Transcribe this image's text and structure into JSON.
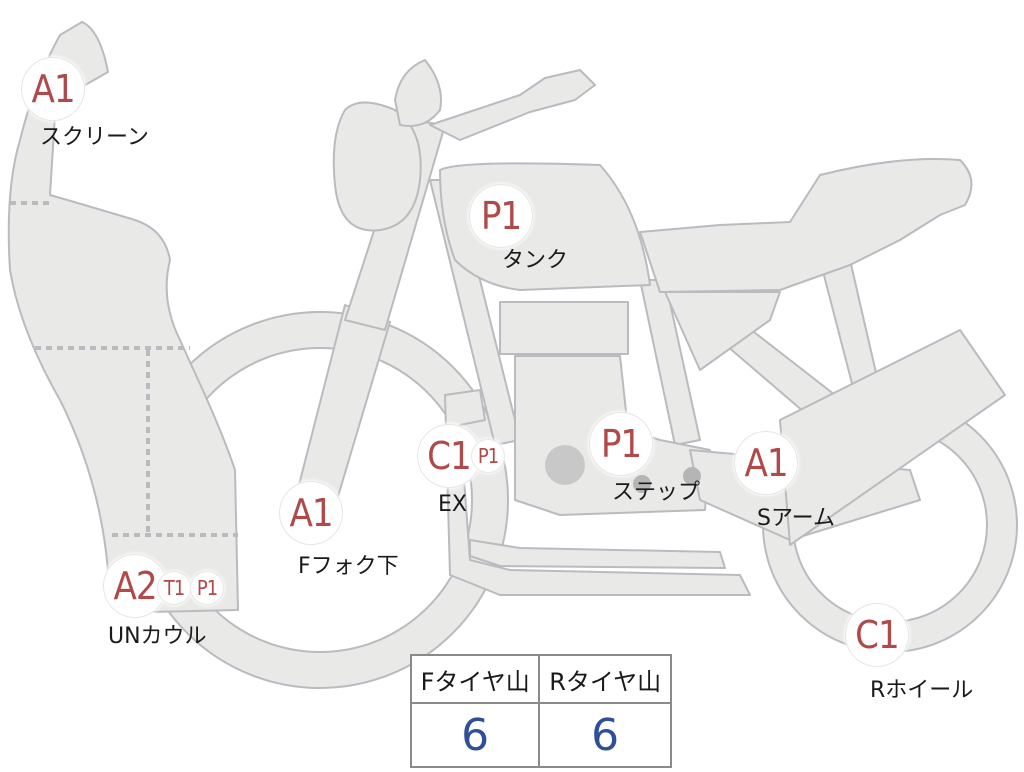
{
  "parts": {
    "screen": {
      "code": "A1",
      "name": "スクリーン"
    },
    "tank": {
      "code": "P1",
      "name": "タンク"
    },
    "ex": {
      "code": "C1",
      "code2": "P1",
      "name": "EX"
    },
    "step": {
      "code": "P1",
      "name": "ステップ"
    },
    "swingarm": {
      "code": "A1",
      "name": "Sアーム"
    },
    "front_fork": {
      "code": "A1",
      "name": "Fフォク下"
    },
    "under_cowl": {
      "code": "A2",
      "code2": "T1",
      "code3": "P1",
      "name": "UNカウル"
    },
    "rear_wheel": {
      "code": "C1",
      "name": "Rホイール"
    }
  },
  "tread": {
    "front_label": "Fタイヤ山",
    "rear_label": "Rタイヤ山",
    "front_value": "6",
    "rear_value": "6"
  },
  "colors": {
    "part_fill": "#e9e9e7",
    "part_stroke": "#b9bbbf",
    "code_text": "#b04a4a",
    "value_text": "#2f4f9a"
  }
}
